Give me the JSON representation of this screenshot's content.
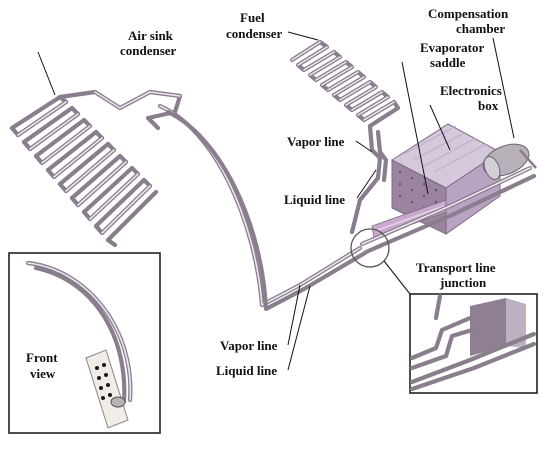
{
  "labels": {
    "air_sink_condenser": [
      "Air sink",
      "condenser"
    ],
    "fuel_condenser": [
      "Fuel",
      "condenser"
    ],
    "compensation_chamber": [
      "Compensation",
      "chamber"
    ],
    "evaporator_saddle": [
      "Evaporator",
      "saddle"
    ],
    "electronics_box": [
      "Electronics",
      "box"
    ],
    "vapor_line_upper": "Vapor line",
    "liquid_line_upper": "Liquid line",
    "transport_line_junction": [
      "Transport line",
      "junction"
    ],
    "vapor_line_lower": "Vapor line",
    "liquid_line_lower": "Liquid line",
    "front_view": [
      "Front",
      "view"
    ]
  },
  "colors": {
    "pipe": "#8a7d8e",
    "box_face": "#b9a3c2",
    "box_side": "#9a849f",
    "box_top": "#d6c8dc",
    "text": "#111111"
  }
}
